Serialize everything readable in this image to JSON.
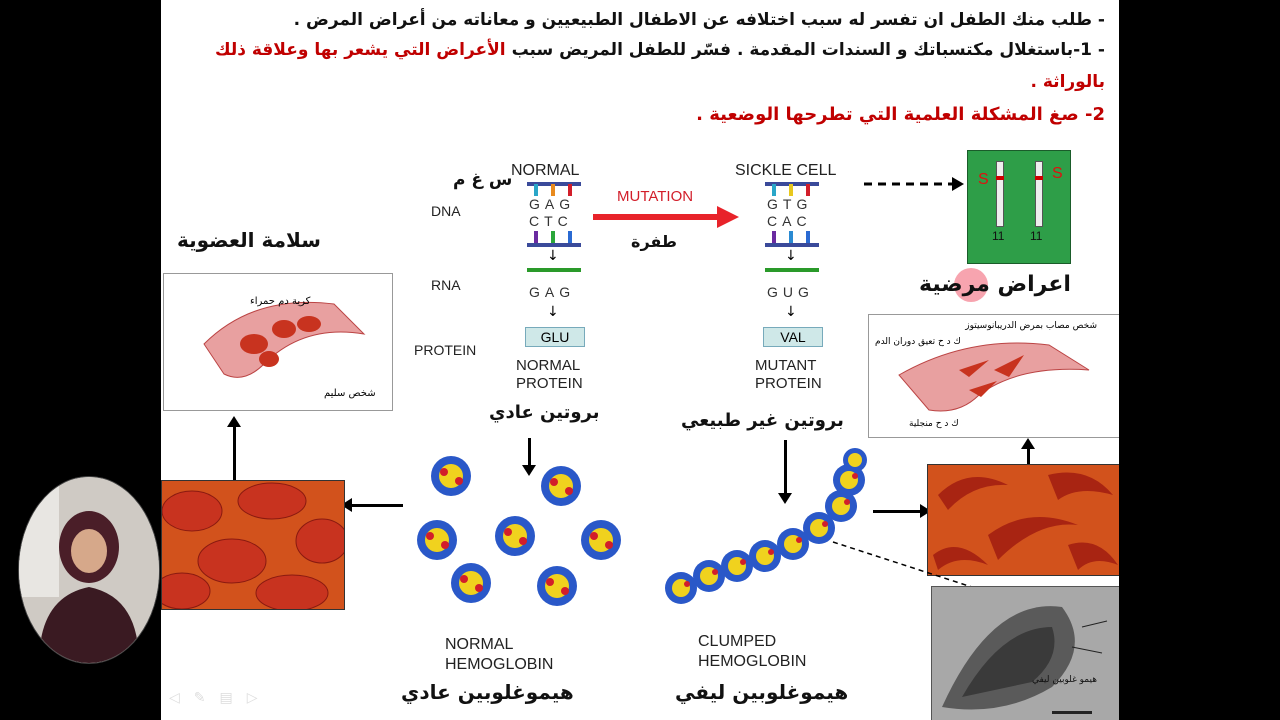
{
  "instructions": {
    "line1": "- طلب منك الطفل ان تفسر له سبب اختلافه عن الاطفال الطبيعيين و معاناته من أعراض المرض .",
    "line2_black": "- 1-باستغلال مكتسباتك و السندات المقدمة . فسّر للطفل المريض سبب",
    "line2_red": "الأعراض التي يشعر بها وعلاقة ذلك",
    "line3": "بالوراثة .",
    "line4": "2- صغ المشكلة العلمية التي تطرحها الوضعية ."
  },
  "diagram": {
    "normal_header": "NORMAL",
    "sickle_header": "SICKLE CELL",
    "sgm": "س غ م",
    "dna": "DNA",
    "rna": "RNA",
    "protein": "PROTEIN",
    "mutation": "MUTATION",
    "mutation_ar": "طفرة",
    "normal_dna_top": "GAG",
    "normal_dna_bottom": "CTC",
    "normal_rna": "GAG",
    "normal_aa": "GLU",
    "sickle_dna_top": "GTG",
    "sickle_dna_bottom": "CAC",
    "sickle_rna": "GUG",
    "sickle_aa": "VAL",
    "normal_protein_line1": "NORMAL",
    "normal_protein_line2": "PROTEIN",
    "mutant_protein_line1": "MUTANT",
    "mutant_protein_line2": "PROTEIN",
    "normal_protein_ar": "بروتين عادي",
    "abnormal_protein_ar": "بروتين غير طبيعي",
    "normal_hb_line1": "NORMAL",
    "normal_hb_line2": "HEMOGLOBIN",
    "clumped_hb_line1": "CLUMPED",
    "clumped_hb_line2": "HEMOGLOBIN",
    "normal_hb_ar": "هيموغلوبين عادي",
    "fibrous_hb_ar": "هيموغلوبين ليفي",
    "health_ar": "سلامة العضوية",
    "symptoms_ar": "اعراض مرضية",
    "chromosome_letter": "S",
    "chromosome_number": "11",
    "healthy_panel_rbc": "كرية دم حمراء",
    "healthy_panel_person": "شخص سليم",
    "sick_panel_title": "شخص مصاب بمرض الدريبانوسيتوز",
    "sick_panel_block": "ك د ح تعيق دوران الدم",
    "sick_panel_sickle": "ك د ح منجلية",
    "micrograph_label": "هيمو غلوبين ليفي"
  },
  "colors": {
    "red_text": "#c00000",
    "cell_red": "#c8331f",
    "cell_bg": "#d2521c",
    "chrom_bg": "#2e9e48"
  }
}
